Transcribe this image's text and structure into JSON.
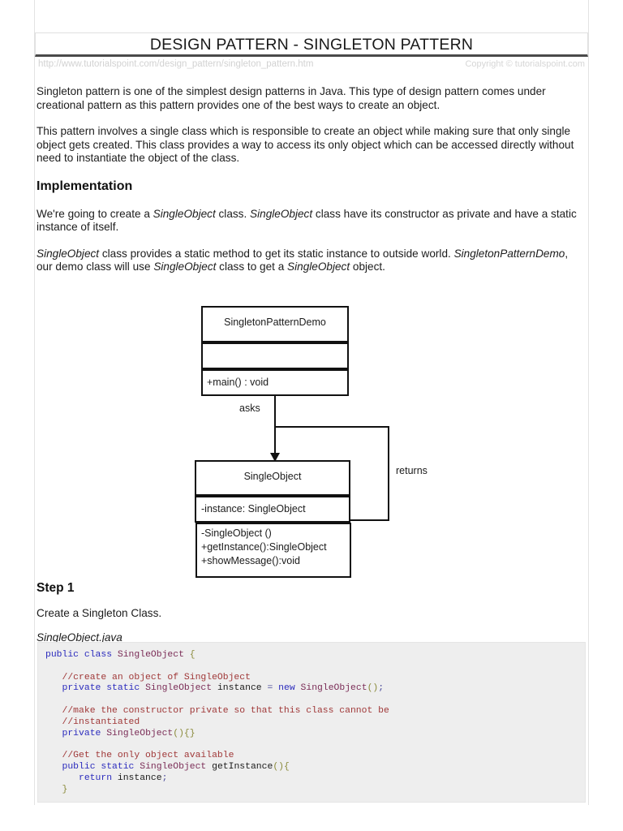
{
  "header": {
    "title": "DESIGN PATTERN - SINGLETON PATTERN",
    "source_url": "http://www.tutorialspoint.com/design_pattern/singleton_pattern.htm",
    "copyright": "Copyright © tutorialspoint.com"
  },
  "intro": {
    "paragraph1": "Singleton pattern is one of the simplest design patterns in Java. This type of design pattern comes under creational pattern as this pattern provides one of the best ways to create an object.",
    "paragraph2": "This pattern involves a single class which is responsible to create an object while making sure that only single object gets created. This class provides a way to access its only object which can be accessed directly without need to instantiate the object of the class."
  },
  "implementation": {
    "heading": "Implementation",
    "p1_part1": "We're going to create a ",
    "p1_em1": "SingleObject",
    "p1_part2": " class. ",
    "p1_em2": "SingleObject",
    "p1_part3": " class have its constructor as private and have a static instance of itself.",
    "p2_em1": "SingleObject",
    "p2_part1": " class provides a static method to get its static instance to outside world. ",
    "p2_em2": "SingletonPatternDemo",
    "p2_part2": ", our demo class will use ",
    "p2_em3": "SingleObject",
    "p2_part3": " class to get a ",
    "p2_em4": "SingleObject",
    "p2_part4": " object."
  },
  "diagram": {
    "demo_class": {
      "name": "SingletonPatternDemo",
      "attributes": "",
      "methods": "+main() : void"
    },
    "single_object_class": {
      "name": "SingleObject",
      "attribute": "-instance: SingleObject",
      "method1": "-SingleObject ()",
      "method2": "+getInstance():SingleObject",
      "method3": "+showMessage():void"
    },
    "edge_asks": "asks",
    "edge_returns": "returns"
  },
  "step1": {
    "heading": "Step 1",
    "description": "Create a Singleton Class.",
    "filename": "SingleObject.java",
    "code": {
      "line01": "public class SingleObject {",
      "line02": "",
      "line03": "   //create an object of SingleObject",
      "line04": "   private static SingleObject instance = new SingleObject();",
      "line05": "",
      "line06": "   //make the constructor private so that this class cannot be",
      "line07": "   //instantiated",
      "line08": "   private SingleObject(){}",
      "line09": "",
      "line10": "   //Get the only object available",
      "line11": "   public static SingleObject getInstance(){",
      "line12": "      return instance;",
      "line13": "   }"
    }
  },
  "colors": {
    "keyword": "#2b2bbd",
    "type": "#7b2d57",
    "comment": "#a03838",
    "punctuation": "#8a8a3a",
    "code_background": "#eeeeee",
    "header_rule": "#4a4a4a",
    "meta_text": "#d2d2d2"
  }
}
